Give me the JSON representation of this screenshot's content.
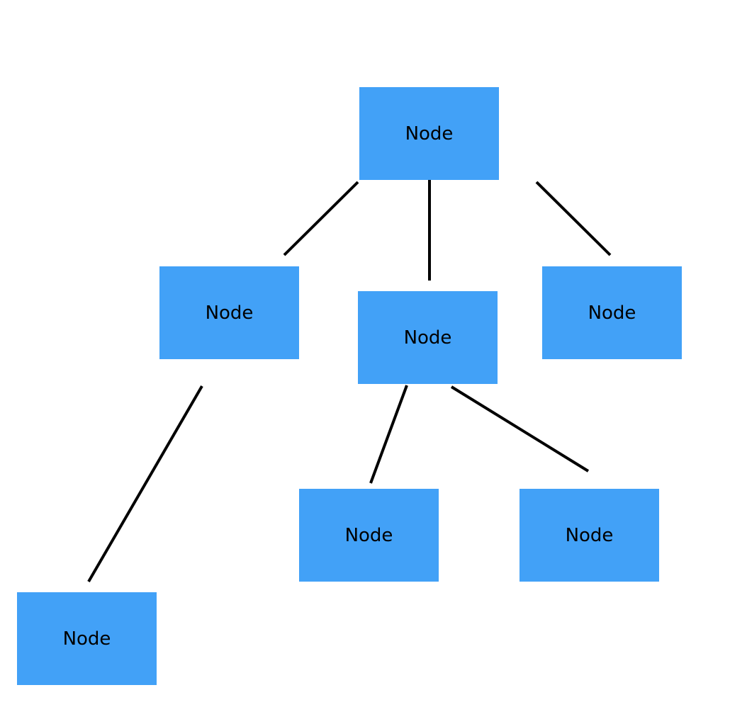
{
  "diagram": {
    "node_color": "#42a1f7",
    "edge_color": "#000000",
    "nodes": [
      {
        "id": "root",
        "label": "Node"
      },
      {
        "id": "left",
        "label": "Node"
      },
      {
        "id": "middle",
        "label": "Node"
      },
      {
        "id": "right",
        "label": "Node"
      },
      {
        "id": "leaf-a",
        "label": "Node"
      },
      {
        "id": "leaf-b",
        "label": "Node"
      },
      {
        "id": "leaf-c",
        "label": "Node"
      }
    ],
    "edges": [
      {
        "from": "root",
        "to": "left"
      },
      {
        "from": "root",
        "to": "middle"
      },
      {
        "from": "root",
        "to": "right"
      },
      {
        "from": "middle",
        "to": "leaf-a"
      },
      {
        "from": "middle",
        "to": "leaf-b"
      },
      {
        "from": "left",
        "to": "leaf-c"
      }
    ]
  }
}
